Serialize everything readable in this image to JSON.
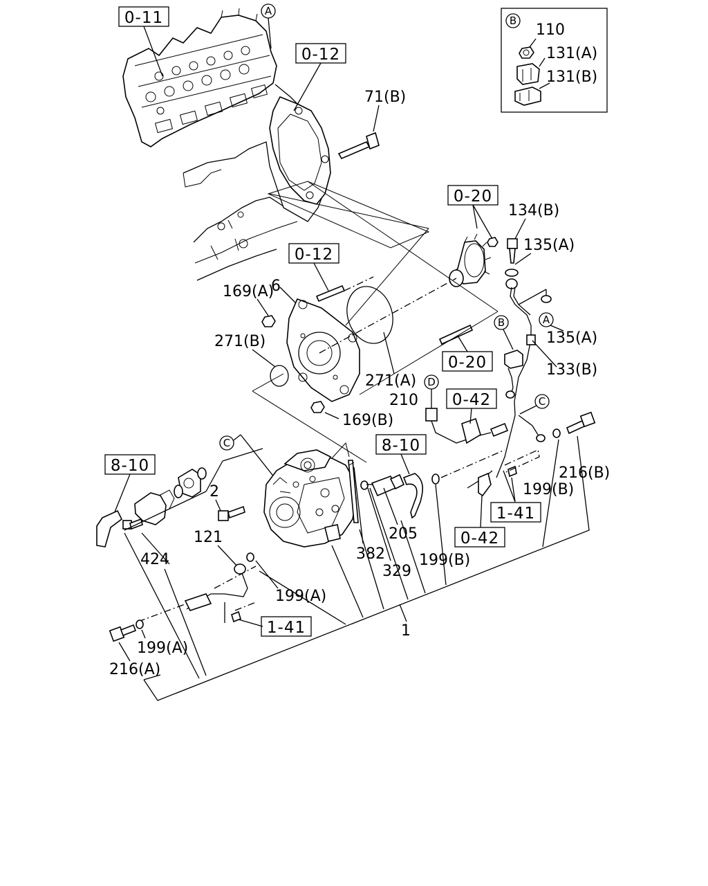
{
  "parts": {
    "p1": "1",
    "p2": "2",
    "p6": "6",
    "p71b": "71(B)",
    "p110": "110",
    "p121": "121",
    "p131a": "131(A)",
    "p131b": "131(B)",
    "p133b": "133(B)",
    "p134b": "134(B)",
    "p135a_top": "135(A)",
    "p135a": "135(A)",
    "p169a": "169(A)",
    "p169b": "169(B)",
    "p199a_1": "199(A)",
    "p199a_2": "199(A)",
    "p199b_1": "199(B)",
    "p199b_2": "199(B)",
    "p205": "205",
    "p210": "210",
    "p216a": "216(A)",
    "p216b": "216(B)",
    "p271a": "271(A)",
    "p271b": "271(B)",
    "p329": "329",
    "p382": "382",
    "p424": "424"
  },
  "refs": {
    "r0_11": "0-11",
    "r0_12_top": "0-12",
    "r0_12_mid": "0-12",
    "r0_20_top": "0-20",
    "r0_20_mid": "0-20",
    "r0_42_upper": "0-42",
    "r0_42_lower": "0-42",
    "r8_10_left": "8-10",
    "r8_10_mid": "8-10",
    "r1_41_right": "1-41",
    "r1_41_lower": "1-41"
  },
  "callouts": {
    "a_top": "A",
    "a_mid": "A",
    "b_inset": "B",
    "b_mid": "B",
    "c_right": "C",
    "c_pump": "C",
    "d": "D"
  }
}
